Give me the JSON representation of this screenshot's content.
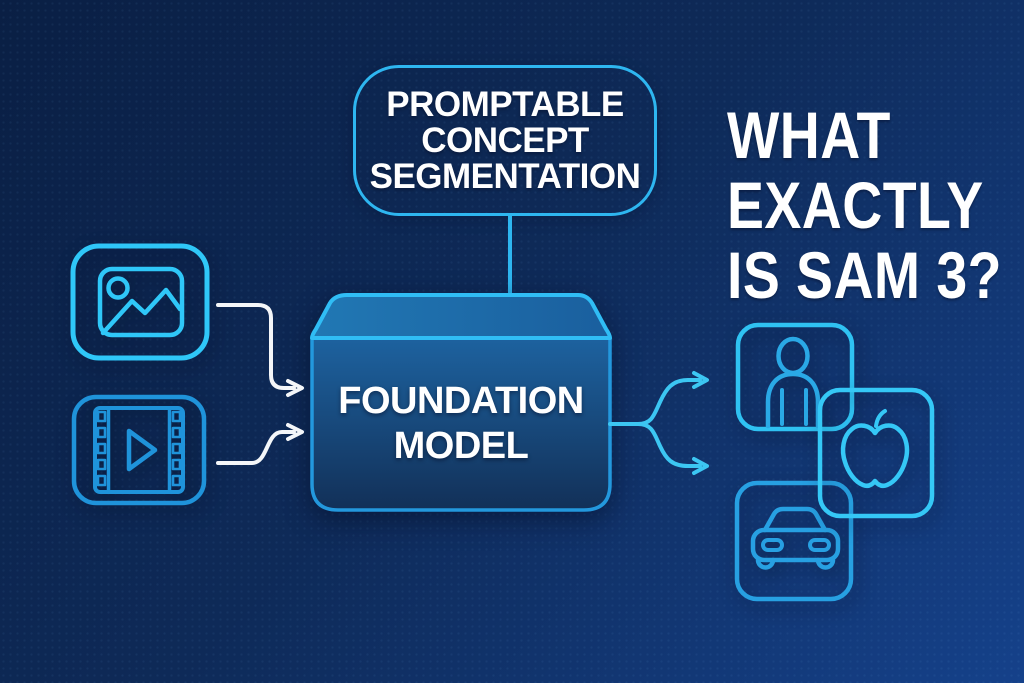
{
  "headline": {
    "lines": [
      "WHAT",
      "EXACTLY",
      "IS SAM 3?"
    ]
  },
  "prompt_box": {
    "lines": [
      "PROMPTABLE",
      "CONCEPT",
      "SEGMENTATION"
    ]
  },
  "foundation_model": {
    "lines": [
      "FOUNDATION",
      "MODEL"
    ]
  },
  "input_icons": [
    {
      "name": "image-icon",
      "meaning": "image input"
    },
    {
      "name": "video-icon",
      "meaning": "video input"
    }
  ],
  "output_icons": [
    {
      "name": "person-icon",
      "meaning": "person concept"
    },
    {
      "name": "apple-icon",
      "meaning": "apple concept"
    },
    {
      "name": "car-icon",
      "meaning": "car concept"
    }
  ],
  "colors": {
    "background_top": "#0a1f44",
    "background_bottom": "#15418a",
    "accent_cyan": "#2eb6f0",
    "bright_cyan": "#35c8f6",
    "mid_blue": "#2196dd",
    "arrow_white": "#f4f6f9",
    "box_lid": "#1d6ba7",
    "box_face_top": "#1d629f",
    "box_face_bottom": "#123058",
    "text_white": "#ffffff"
  }
}
